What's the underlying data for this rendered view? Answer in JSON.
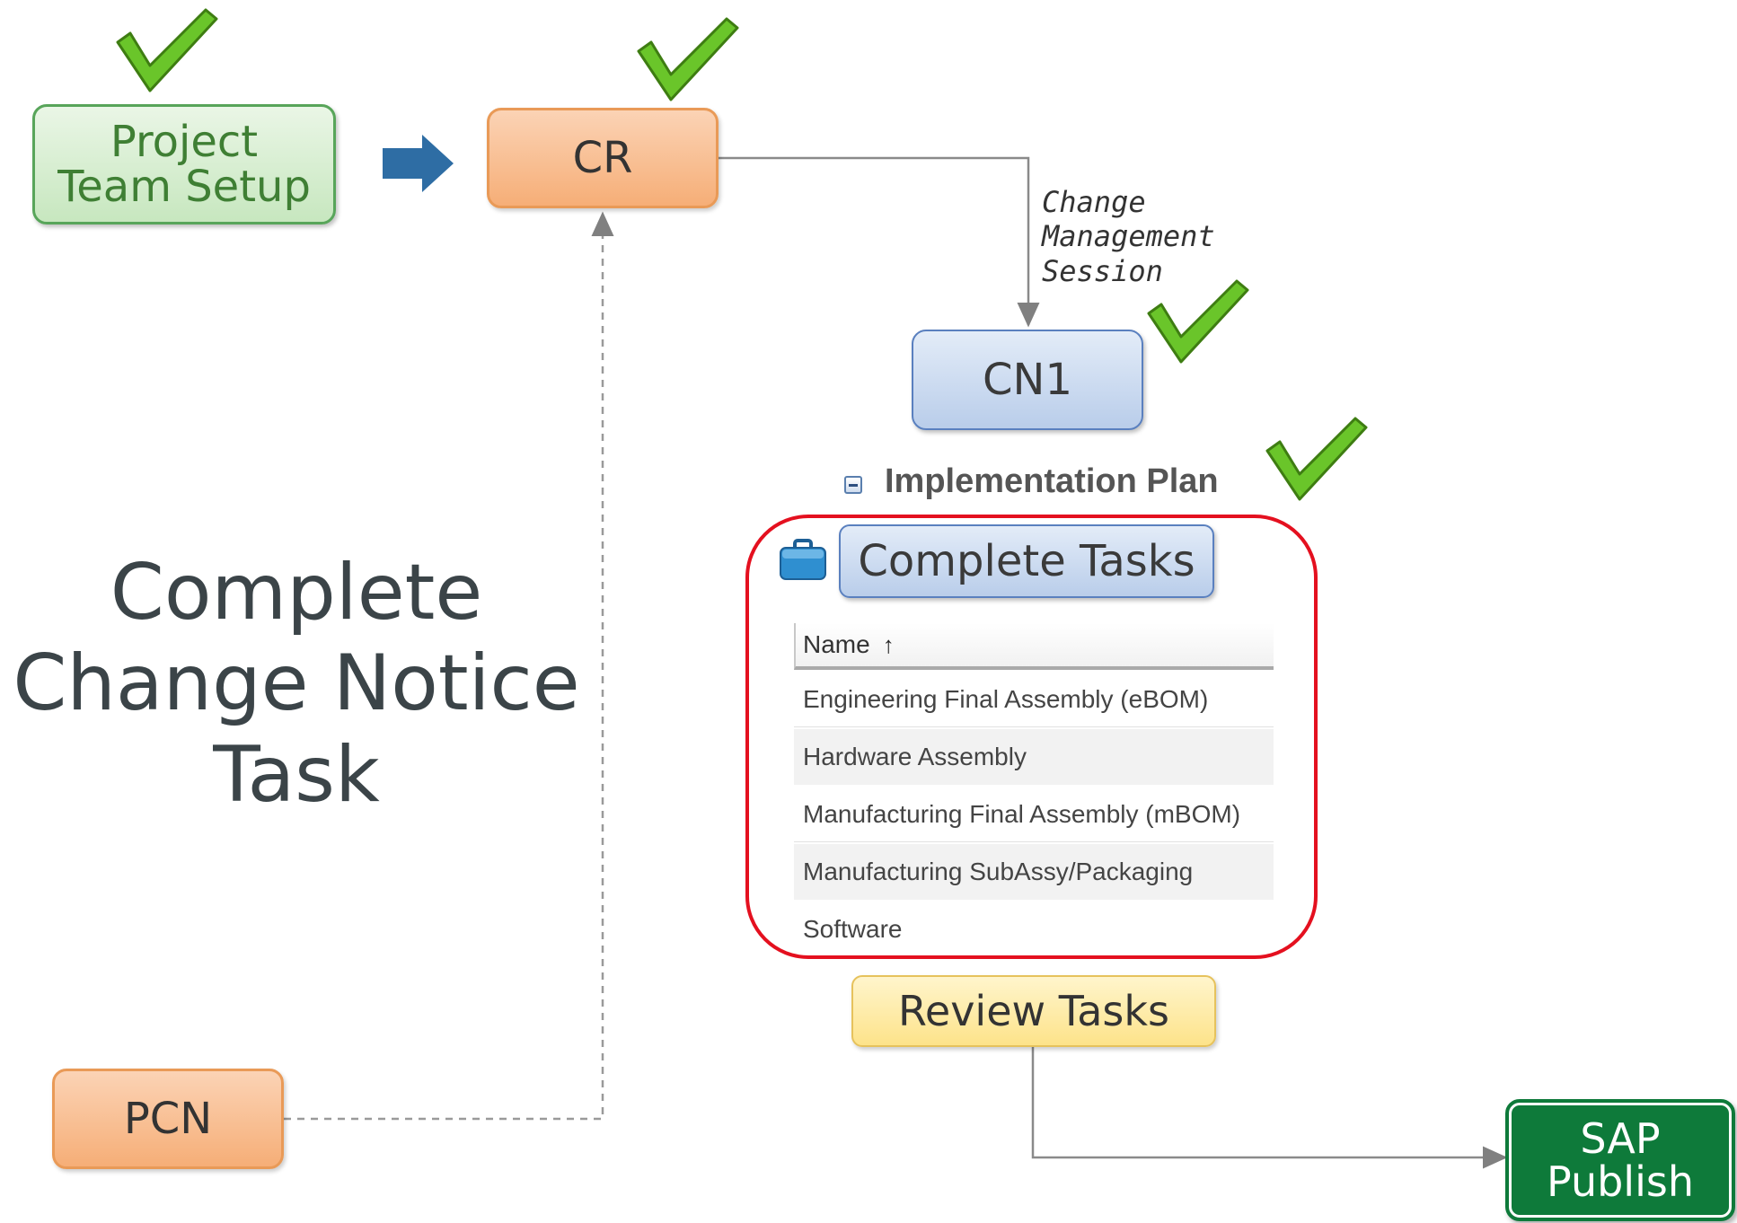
{
  "nodes": {
    "project_team_setup": [
      "Project",
      "Team Setup"
    ],
    "cr": "CR",
    "cn1": "CN1",
    "pcn": "PCN",
    "complete_tasks": "Complete Tasks",
    "review_tasks": "Review Tasks",
    "sap_publish": [
      "SAP",
      "Publish"
    ]
  },
  "edge_label": [
    "Change",
    "Management",
    "Session"
  ],
  "title": [
    "Complete",
    "Change Notice",
    "Task"
  ],
  "implementation_plan": {
    "heading": "Implementation Plan",
    "column_header": "Name",
    "sort_indicator": "↑",
    "rows": [
      "Engineering Final Assembly (eBOM)",
      "Hardware Assembly",
      "Manufacturing Final Assembly (mBOM)",
      "Manufacturing SubAssy/Packaging",
      "Software"
    ]
  },
  "icons": [
    "check-icon",
    "arrow-right-icon",
    "collapse-icon",
    "briefcase-icon"
  ],
  "colors": {
    "check": "#6ac52a",
    "arrow": "#2e6da4",
    "highlight": "#e4101f",
    "sap": "#0e7a3a"
  }
}
